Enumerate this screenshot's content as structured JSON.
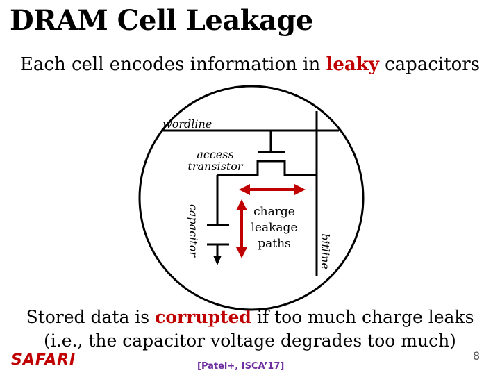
{
  "slide": {
    "title": "DRAM Cell Leakage",
    "subtitle": {
      "before": "Each cell encodes information in ",
      "highlight": "leaky",
      "after": " capacitors"
    },
    "diagram": {
      "wordline_label": "wordline",
      "transistor_label_line1": "access",
      "transistor_label_line2": "transistor",
      "capacitor_label": "capacitor",
      "leakage_label_line1": "charge",
      "leakage_label_line2": "leakage",
      "leakage_label_line3": "paths",
      "bitline_label": "bitline"
    },
    "conclusion": {
      "line1_before": "Stored data is ",
      "line1_highlight": "corrupted",
      "line1_after": " if too much charge leaks",
      "line2": "(i.e., the capacitor voltage degrades too much)"
    },
    "footer": {
      "logo_text": "SAFARI",
      "citation": "[Patel+, ISCA’17]",
      "page_number": "8"
    }
  },
  "colors": {
    "accent_red": "#c00000",
    "citation_purple": "#7030a0",
    "page_number_gray": "#595959"
  }
}
